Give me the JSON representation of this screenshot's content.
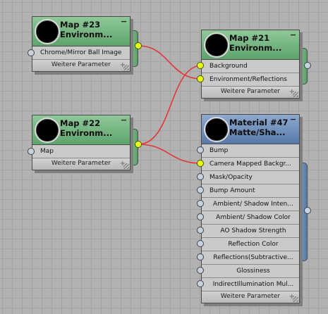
{
  "colors": {
    "map_header": "#6fb27c",
    "material_header": "#6f8fbe",
    "connected_socket": "#e9ff1c",
    "wire": "#e03838",
    "grid": "#b2b2b2"
  },
  "icons": {
    "thumbnail": "black-sphere-thumbnail",
    "collapse": "minus-icon",
    "expand": "plus-icon",
    "socket": "socket-dot-icon"
  },
  "nodes": {
    "map23": {
      "title_line1": "Map #23",
      "title_line2": "Environm...",
      "rows": [
        "Chrome/Mirror Ball Image"
      ],
      "footer": "Weitere Parameter"
    },
    "map22": {
      "title_line1": "Map #22",
      "title_line2": "Environm...",
      "rows": [
        "Map"
      ],
      "footer": "Weitere Parameter"
    },
    "map21": {
      "title_line1": "Map #21",
      "title_line2": "Environm...",
      "rows": [
        "Background",
        "Environment/Reflections"
      ],
      "footer": "Weitere Parameter"
    },
    "mat47": {
      "title_line1": "Material #47",
      "title_line2": "Matte/Sha...",
      "rows": [
        "Bump",
        "Camera Mapped Backgr...",
        "Mask/Opacity",
        "Bump Amount",
        "Ambient/ Shadow Inten...",
        "Ambient/ Shadow Color",
        "AO Shadow Strength",
        "Reflection Color",
        "Reflections(Subtractive...",
        "Glossiness",
        "IndirectIllumination Mul..."
      ],
      "footer": "Weitere Parameter"
    }
  }
}
